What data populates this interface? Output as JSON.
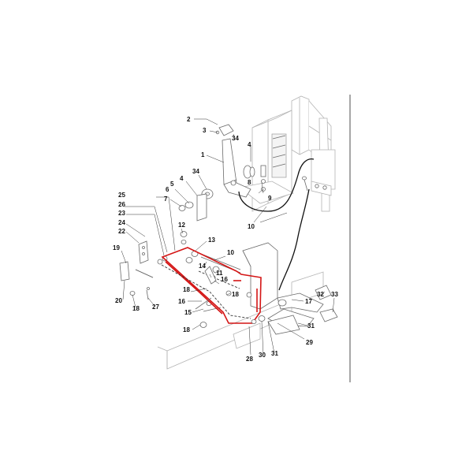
{
  "labels": {
    "l1": "1",
    "l2": "2",
    "l3": "3",
    "l4a": "4",
    "l4b": "4",
    "l5": "5",
    "l6": "6",
    "l7": "7",
    "l8": "8",
    "l9": "9",
    "l10a": "10",
    "l10b": "10",
    "l11": "11",
    "l12": "12",
    "l13": "13",
    "l14": "14",
    "l15": "15",
    "l16a": "16",
    "l16b": "16",
    "l17": "17",
    "l18a": "18",
    "l18b": "18",
    "l18c": "18",
    "l18d": "18",
    "l19": "19",
    "l20": "20",
    "l22": "22",
    "l23": "23",
    "l24": "24",
    "l25": "25",
    "l26": "26",
    "l27": "27",
    "l28": "28",
    "l29": "29",
    "l30": "30",
    "l31a": "31",
    "l31b": "31",
    "l32": "32",
    "l33": "33",
    "l34a": "34",
    "l34b": "34"
  }
}
